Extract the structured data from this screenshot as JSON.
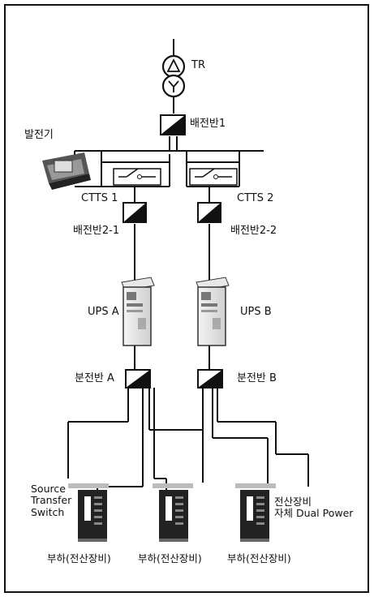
{
  "diagram": {
    "transformer_label": "TR",
    "main_panel_label": "배전반1",
    "generator_label": "발전기",
    "ctts_left_label": "CTTS 1",
    "ctts_right_label": "CTTS 2",
    "panel_left_label": "배전반2-1",
    "panel_right_label": "배전반2-2",
    "ups_left_label": "UPS A",
    "ups_right_label": "UPS B",
    "subpanel_left_label": "분전반 A",
    "subpanel_right_label": "분전반 B",
    "sts_label": "Source\nTransfer\nSwitch",
    "dual_power_label": "전산장비\n자체 Dual Power",
    "load_labels": [
      "부하(전산장비)",
      "부하(전산장비)",
      "부하(전산장비)"
    ]
  }
}
